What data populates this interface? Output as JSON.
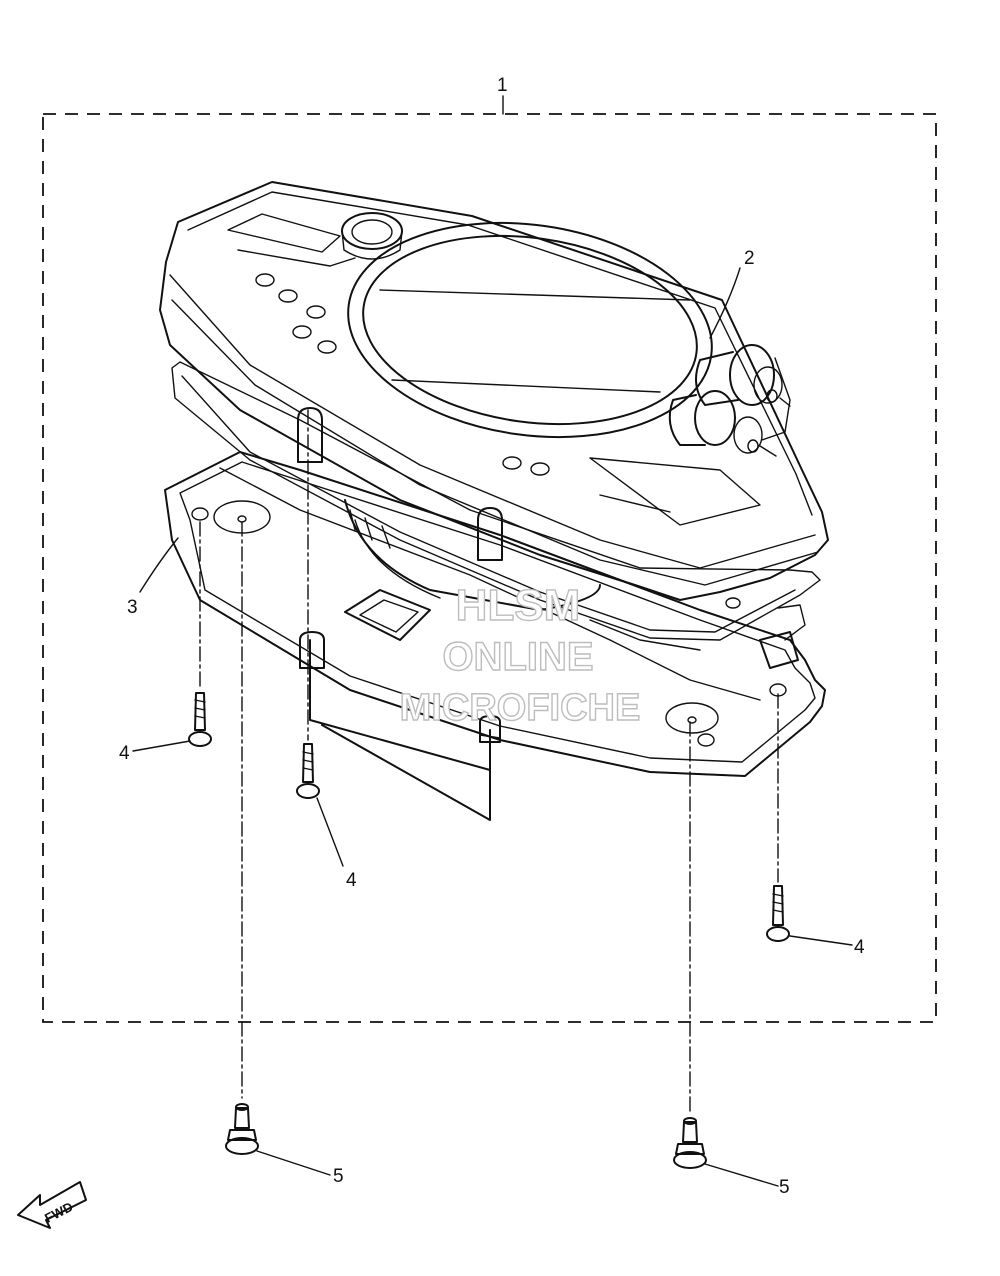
{
  "callouts": {
    "c1": "1",
    "c2": "2",
    "c3": "3",
    "c4a": "4",
    "c4b": "4",
    "c4c": "4",
    "c5a": "5",
    "c5b": "5"
  },
  "watermark": {
    "line1": "HLSM",
    "line2": "ONLINE",
    "line3": "MICROFICHE"
  },
  "fwd_label": "FWD"
}
